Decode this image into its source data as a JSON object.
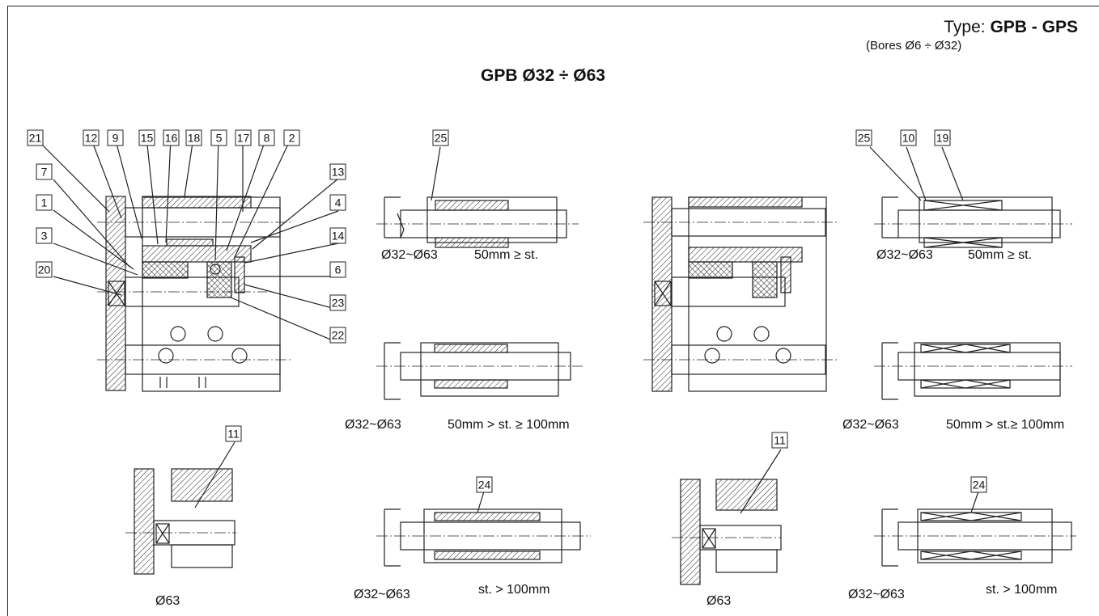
{
  "header": {
    "type_prefix": "Type:",
    "type_value": "GPB - GPS",
    "bores": "(Bores Ø6 ÷ Ø32)",
    "title": "GPB Ø32 ÷ Ø63"
  },
  "part_numbers_main": [
    "21",
    "12",
    "9",
    "15",
    "16",
    "18",
    "5",
    "17",
    "8",
    "2",
    "7",
    "13",
    "1",
    "4",
    "3",
    "14",
    "20",
    "6",
    "23",
    "22"
  ],
  "part_numbers_other": [
    "25",
    "25",
    "10",
    "19",
    "11",
    "11",
    "24",
    "24"
  ],
  "captions": {
    "c1_left": "Ø32~Ø63",
    "c1_right": "50mm ≥ st.",
    "c2_left": "Ø32~Ø63",
    "c2_right": "50mm > st.  ≥ 100mm",
    "c3_left": "Ø32~Ø63",
    "c3_right": "st. > 100mm",
    "c4_left": "Ø32~Ø63",
    "c4_right": "50mm ≥ st.",
    "c5_left": "Ø32~Ø63",
    "c5_right": "50mm > st.≥ 100mm",
    "c6_left": "Ø32~Ø63",
    "c6_right": "st. > 100mm",
    "d1": "Ø63",
    "d2": "Ø63"
  }
}
